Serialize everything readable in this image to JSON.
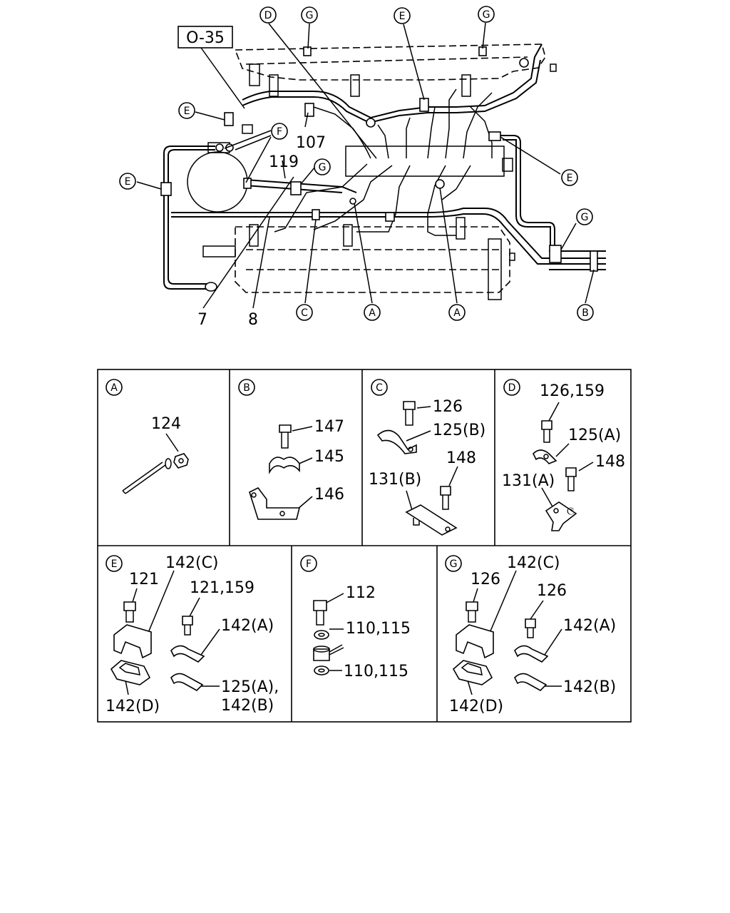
{
  "main_diagram": {
    "ref_tag": "O-35",
    "part_numbers": {
      "p107": "107",
      "p119": "119",
      "p7": "7",
      "p8": "8"
    },
    "callouts": {
      "d_top": "D",
      "g_top1": "G",
      "e_top": "E",
      "g_top2": "G",
      "e_left_upper": "E",
      "f_mid": "F",
      "g_mid": "G",
      "e_left": "E",
      "e_right": "E",
      "g_right": "G",
      "c_bottom": "C",
      "a_bottom1": "A",
      "a_bottom2": "A",
      "b_bottom": "B"
    }
  },
  "detail_panels": {
    "A": {
      "letter": "A",
      "parts": [
        "124"
      ]
    },
    "B": {
      "letter": "B",
      "parts": [
        "147",
        "145",
        "146"
      ]
    },
    "C": {
      "letter": "C",
      "parts": [
        "126",
        "125(B)",
        "148",
        "131(B)"
      ]
    },
    "D": {
      "letter": "D",
      "parts": [
        "126,159",
        "125(A)",
        "148",
        "131(A)"
      ]
    },
    "E": {
      "letter": "E",
      "parts": [
        "121",
        "142(C)",
        "121,159",
        "142(A)",
        "125(A),",
        "142(B)",
        "142(D)"
      ]
    },
    "F": {
      "letter": "F",
      "parts": [
        "112",
        "110,115",
        "110,115"
      ]
    },
    "G": {
      "letter": "G",
      "parts": [
        "126",
        "142(C)",
        "126",
        "142(A)",
        "142(B)",
        "142(D)"
      ]
    }
  }
}
